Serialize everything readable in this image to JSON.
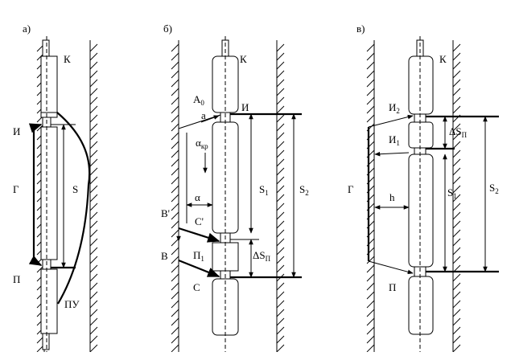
{
  "panels": {
    "a": {
      "label": "а)",
      "k": "К",
      "i": "И",
      "g": "Г",
      "s": "S",
      "p": "П",
      "pu": "ПУ"
    },
    "b": {
      "label": "б)",
      "k": "К",
      "a0_main": "А",
      "a0_sub": "0",
      "a_small": "a",
      "i": "И",
      "alpha_kr_main": "α",
      "alpha_kr_sub": "кр",
      "alpha": "α",
      "s1_main": "S",
      "s1_sub": "1",
      "s2_main": "S",
      "s2_sub": "2",
      "b_prime": "В'",
      "c_prime": "С'",
      "b": "В",
      "p1_main": "П",
      "p1_sub": "1",
      "dsp_main": "ΔS",
      "dsp_sub": "П",
      "c": "С"
    },
    "v": {
      "label": "в)",
      "k": "К",
      "i2_main": "И",
      "i2_sub": "2",
      "dsp_main": "ΔS",
      "dsp_sub": "П",
      "i1_main": "И",
      "i1_sub": "1",
      "g": "Г",
      "h": "h",
      "s1_main": "S",
      "s1_sub": "1",
      "s2_main": "S",
      "s2_sub": "2",
      "p": "П"
    }
  }
}
